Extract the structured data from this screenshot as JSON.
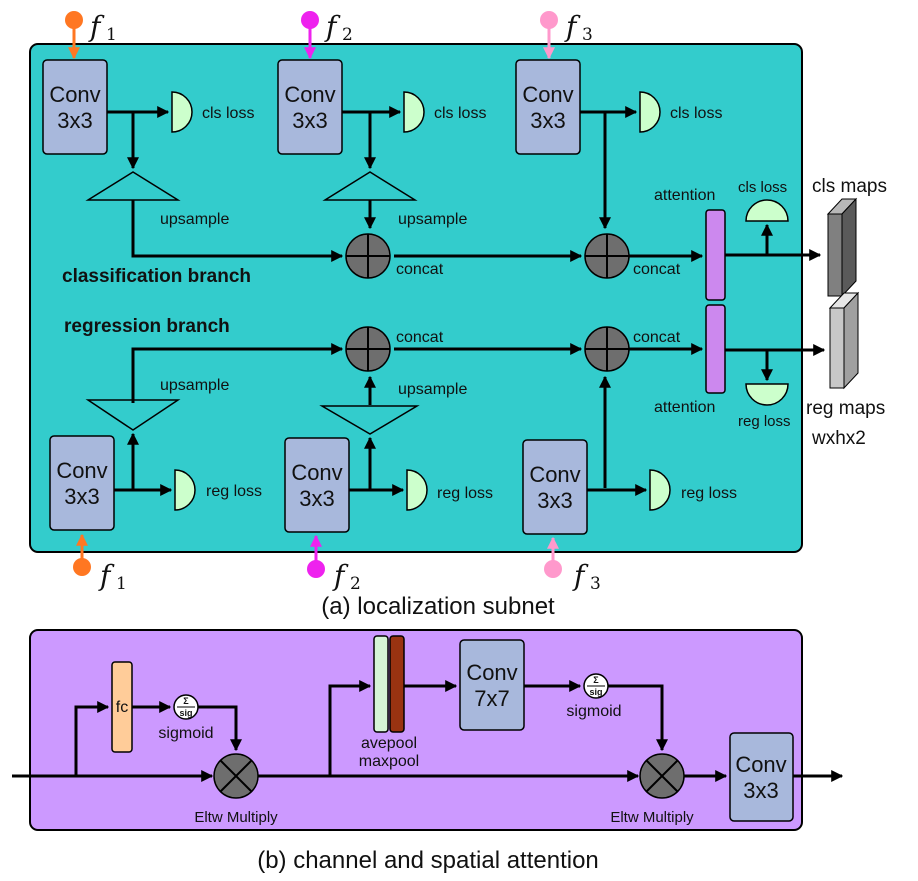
{
  "colors": {
    "localization_panel": "#33cccc",
    "attention_panel": "#cc99ff",
    "conv_block": "#a8b8dc",
    "loss_head": "#ccffcc",
    "merge_node": "#6e6e6e",
    "attention_bar": "#cc88ee",
    "fc_block": "#ffcc99",
    "avepool_bar": "#d6f5d6",
    "maxpool_bar": "#993311",
    "feature_f1": "#ff7722",
    "feature_f2": "#ee22ee",
    "feature_f3": "#ff99cc",
    "cls_map": "#808080",
    "reg_map": "#c8c8c8"
  },
  "features": [
    {
      "symbol": "f",
      "sub": "1"
    },
    {
      "symbol": "f",
      "sub": "2"
    },
    {
      "symbol": "f",
      "sub": "3"
    }
  ],
  "localization": {
    "conv_label": [
      "Conv",
      "3x3"
    ],
    "cls_loss": "cls loss",
    "reg_loss": "reg loss",
    "upsample": "upsample",
    "concat": "concat",
    "attention": "attention",
    "classification_branch": "classification branch",
    "regression_branch": "regression branch",
    "cls_maps": "cls maps",
    "reg_maps": "reg maps",
    "map_size": "wxhx2",
    "caption": "(a) localization subnet"
  },
  "attention_module": {
    "fc": "fc",
    "sigma_top": "Σ",
    "sigma_bottom": "sig",
    "sigmoid": "sigmoid",
    "eltw": "Eltw Multiply",
    "avepool": "avepool",
    "maxpool": "maxpool",
    "conv7": [
      "Conv",
      "7x7"
    ],
    "conv3": [
      "Conv",
      "3x3"
    ],
    "caption": "(b) channel and spatial attention"
  }
}
